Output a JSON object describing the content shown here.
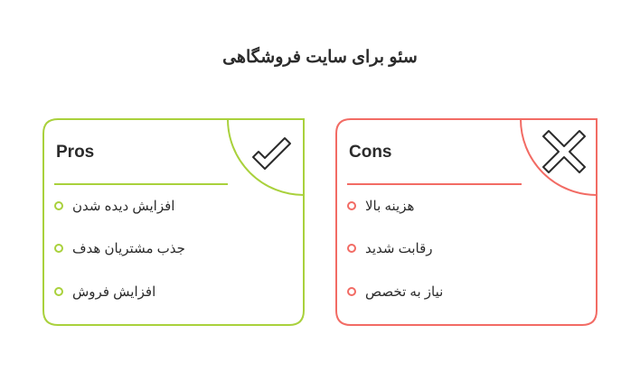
{
  "title": "سئو برای سایت فروشگاهی",
  "colors": {
    "pros": "#a9d13c",
    "cons": "#f26b64",
    "text": "#2b2b2b"
  },
  "pros": {
    "heading": "Pros",
    "icon": "check-icon",
    "items": [
      "افزایش دیده شدن",
      "جذب مشتریان هدف",
      "افزایش فروش"
    ]
  },
  "cons": {
    "heading": "Cons",
    "icon": "x-icon",
    "items": [
      "هزینه بالا",
      "رقابت شدید",
      "نیاز به تخصص"
    ]
  }
}
